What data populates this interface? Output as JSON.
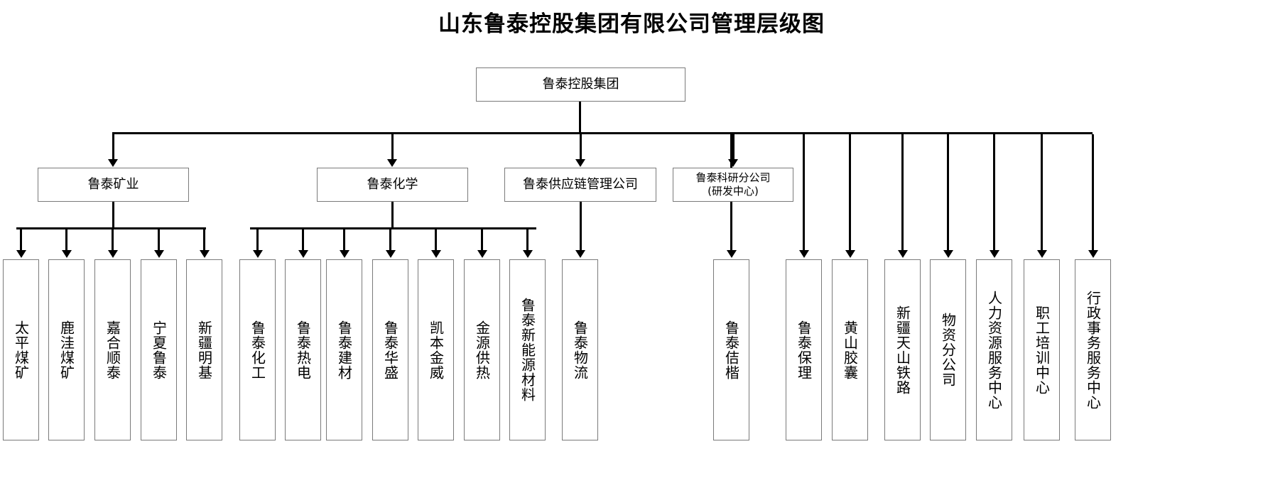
{
  "title": "山东鲁泰控股集团有限公司管理层级图",
  "root": {
    "label": "鲁泰控股集团"
  },
  "level2": [
    {
      "label": "鲁泰矿业"
    },
    {
      "label": "鲁泰化学"
    },
    {
      "label": "鲁泰供应链管理公司"
    },
    {
      "label": "鲁泰科研分公司\n(研发中心)"
    }
  ],
  "leaves": [
    {
      "label": "太平煤矿"
    },
    {
      "label": "鹿洼煤矿"
    },
    {
      "label": "嘉合顺泰"
    },
    {
      "label": "宁夏鲁泰"
    },
    {
      "label": "新疆明基"
    },
    {
      "label": "鲁泰化工"
    },
    {
      "label": "鲁泰热电"
    },
    {
      "label": "鲁泰建材"
    },
    {
      "label": "鲁泰华盛"
    },
    {
      "label": "凯本金威"
    },
    {
      "label": "金源供热"
    },
    {
      "label": "鲁泰新能源材料"
    },
    {
      "label": "鲁泰物流"
    },
    {
      "label": "鲁泰佶楷"
    },
    {
      "label": "鲁泰保理"
    },
    {
      "label": "黄山胶囊"
    },
    {
      "label": "新疆天山铁路"
    },
    {
      "label": "物资分公司"
    },
    {
      "label": "人力资源服务中心"
    },
    {
      "label": "职工培训中心"
    },
    {
      "label": "行政事务服务中心"
    }
  ],
  "colors": {
    "box_border": "#7a7a7a",
    "connector": "#000000",
    "text": "#000000",
    "background": "#ffffff"
  }
}
